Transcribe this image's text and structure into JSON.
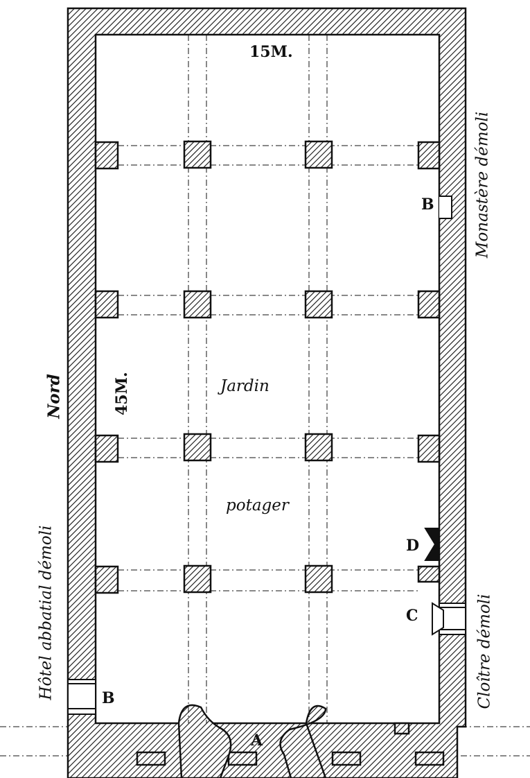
{
  "labels": {
    "dim_width": "15M.",
    "dim_length": "45M.",
    "room_line1": "Jardin",
    "room_line2": "potager",
    "orientation": "Nord",
    "left_side": "Hôtel abbatial démoli",
    "right_upper": "Monastère démoli",
    "right_lower": "Cloître démoli",
    "mark_a": "A",
    "mark_b_left": "B",
    "mark_b_right": "B",
    "mark_c": "C",
    "mark_d": "D"
  },
  "colors": {
    "ink": "#111111",
    "paper": "#ffffff"
  }
}
